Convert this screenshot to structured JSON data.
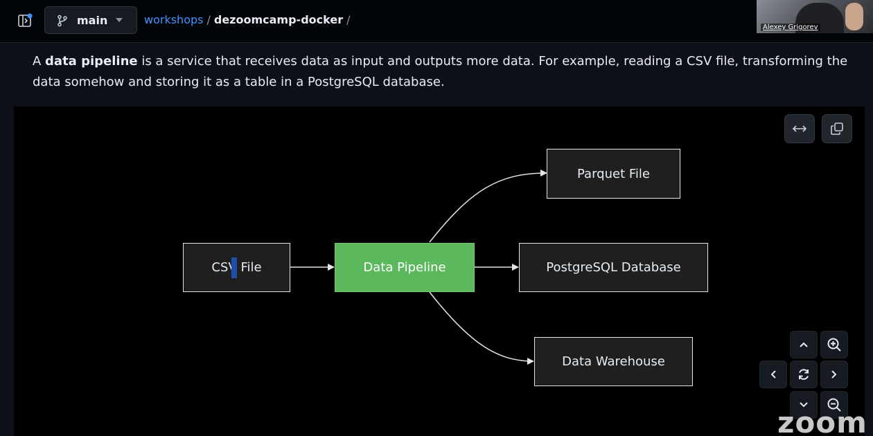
{
  "topbar": {
    "branch": "main",
    "breadcrumb": {
      "repo_link": "workshops",
      "separator": "/",
      "current": "dezoomcamp-docker",
      "trailing_separator": "/"
    },
    "webcam_name": "Alexey Grigorev"
  },
  "description": {
    "prefix": "A ",
    "bold_term": "data pipeline",
    "text": " is a service that receives data as input and outputs more data. For example, reading a CSV file, transforming the data somehow and storing it as a table in a PostgreSQL database."
  },
  "diagram": {
    "nodes": {
      "csv": {
        "prefix": "CSV",
        "suffix": "File"
      },
      "pipeline": "Data Pipeline",
      "parquet": "Parquet File",
      "postgres": "PostgreSQL Database",
      "warehouse": "Data Warehouse"
    },
    "colors": {
      "pipeline_fill": "#5cb85c",
      "node_fill": "#1f1f1f",
      "edge": "#e6e6e6"
    }
  },
  "icons": {
    "sidebar_toggle": "sidebar-toggle-icon",
    "branch": "git-branch-icon",
    "caret": "triangle-down-icon",
    "expand": "arrows-horizontal-icon",
    "copy": "copy-icon",
    "pan_up": "chevron-up-icon",
    "pan_down": "chevron-down-icon",
    "pan_left": "chevron-left-icon",
    "pan_right": "chevron-right-icon",
    "reset": "refresh-icon",
    "zoom_in": "zoom-in-icon",
    "zoom_out": "zoom-out-icon"
  },
  "watermark": "zoom"
}
